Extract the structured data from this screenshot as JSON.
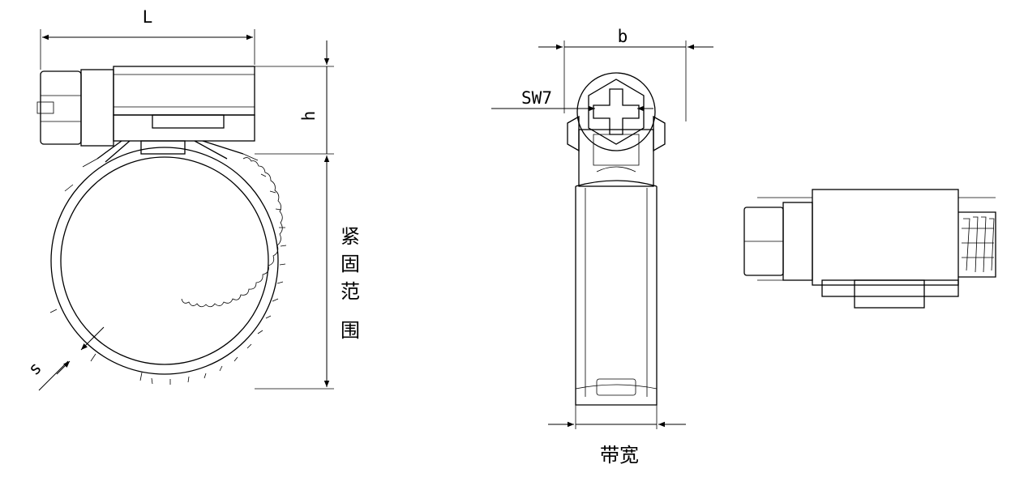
{
  "labels": {
    "length": "L",
    "head_height": "h",
    "thickness": "s",
    "head_width": "b",
    "hex_size": "SW7",
    "clamp_range": [
      "紧",
      "固",
      "范",
      "围"
    ],
    "band_width": "带宽"
  }
}
